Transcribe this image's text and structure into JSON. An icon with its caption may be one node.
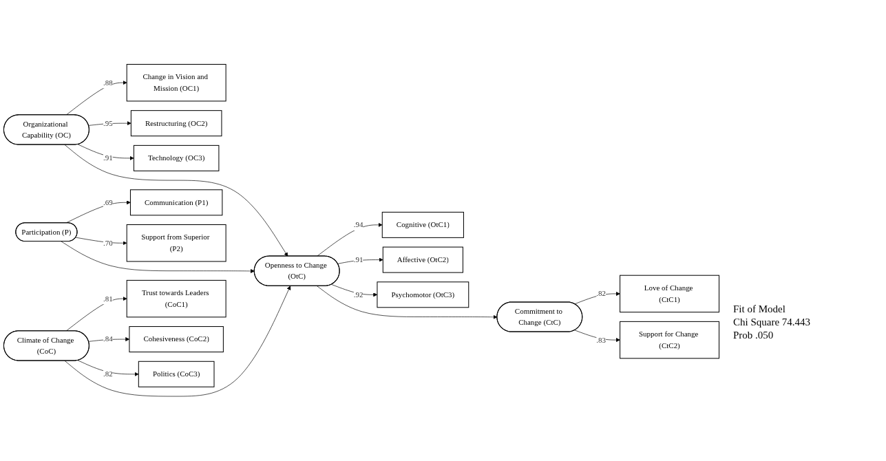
{
  "diagram": {
    "nodes": [
      {
        "text": [
          "Organizational Capability (OC)"
        ]
      },
      {
        "text": [
          "Change in Vision and Mission (OC1)"
        ]
      },
      {
        "text": [
          "Restructuring (OC2)"
        ]
      },
      {
        "text": [
          "Technology (OC3)"
        ]
      },
      {
        "text": [
          "Participation (P)"
        ]
      },
      {
        "text": [
          "Communication (P1)"
        ]
      },
      {
        "text": [
          "Support from Superior (P2)"
        ]
      },
      {
        "text": [
          "Climate of Change (CoC)"
        ]
      },
      {
        "text": [
          "Trust towards Leaders (CoC1)"
        ]
      },
      {
        "text": [
          "Cohesiveness (CoC2)"
        ]
      },
      {
        "text": [
          "Politics (CoC3)"
        ]
      },
      {
        "text": [
          "Openness to Change (OtC)"
        ]
      },
      {
        "text": [
          "Cognitive (OtC1)"
        ]
      },
      {
        "text": [
          "Affective (OtC2)"
        ]
      },
      {
        "text": [
          "Psychomotor (OtC3)"
        ]
      },
      {
        "text": [
          "Commitment to Change (CtC)"
        ]
      },
      {
        "text": [
          "Love of Change (CtC1)"
        ]
      },
      {
        "text": [
          "Support for Change (CtC2)"
        ]
      }
    ],
    "edges": [
      {
        "from": 0,
        "to": 1,
        "arrow": "to",
        "label": ".88"
      },
      {
        "from": 0,
        "to": 2,
        "arrow": "to",
        "label": ".95"
      },
      {
        "from": 0,
        "to": 3,
        "arrow": "to",
        "label": ".91"
      },
      {
        "from": 4,
        "to": 5,
        "arrow": "to",
        "label": ".69"
      },
      {
        "from": 4,
        "to": 6,
        "arrow": "to",
        "label": ".70"
      },
      {
        "from": 7,
        "to": 8,
        "arrow": "to",
        "label": ".81"
      },
      {
        "from": 7,
        "to": 9,
        "arrow": "to",
        "label": ".84"
      },
      {
        "from": 7,
        "to": 10,
        "arrow": "to",
        "label": ".82"
      },
      {
        "from": 0,
        "to": 11,
        "arrow": "to"
      },
      {
        "from": 4,
        "to": 11,
        "arrow": "to"
      },
      {
        "from": 7,
        "to": 11,
        "arrow": "to"
      },
      {
        "from": 11,
        "to": 12,
        "arrow": "to",
        "label": ".94"
      },
      {
        "from": 11,
        "to": 13,
        "arrow": "to",
        "label": ".91"
      },
      {
        "from": 11,
        "to": 14,
        "arrow": "to",
        "label": ".92"
      },
      {
        "from": 11,
        "to": 15,
        "arrow": "to"
      },
      {
        "from": 15,
        "to": 16,
        "arrow": "to",
        "label": ".82"
      },
      {
        "from": 15,
        "to": 17,
        "arrow": "to",
        "label": ".83"
      }
    ],
    "labels": [
      "Fit of Model",
      "Chi Square 74.443",
      "Prob .050"
    ]
  }
}
